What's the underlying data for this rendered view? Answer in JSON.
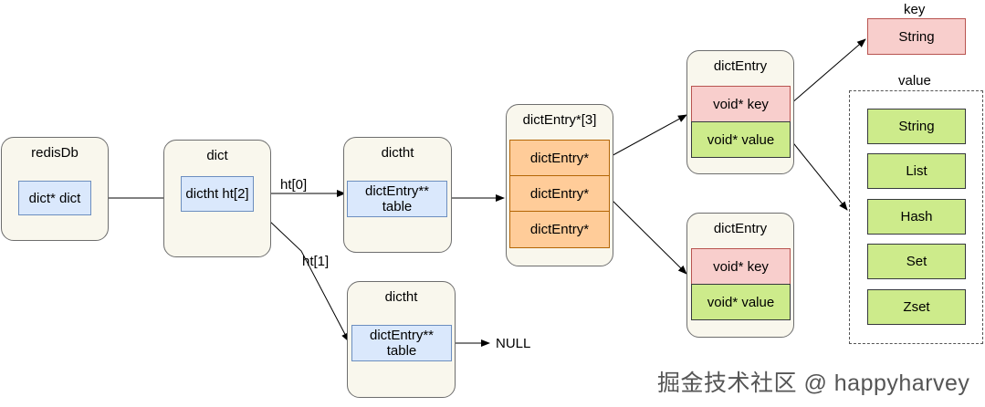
{
  "redisdb": {
    "title": "redisDb",
    "field": "dict* dict"
  },
  "dict": {
    "title": "dict",
    "field": "dictht ht[2]"
  },
  "dictht_0": {
    "title": "dictht",
    "field_line1": "dictEntry**",
    "field_line2": "table"
  },
  "dictht_1": {
    "title": "dictht",
    "field_line1": "dictEntry**",
    "field_line2": "table"
  },
  "bucket_array": {
    "title": "dictEntry*[3]",
    "slots": [
      "dictEntry*",
      "dictEntry*",
      "dictEntry*"
    ]
  },
  "dict_entry_top": {
    "title": "dictEntry",
    "key": "void* key",
    "value": "void* value"
  },
  "dict_entry_bottom": {
    "title": "dictEntry",
    "key": "void* key",
    "value": "void* value"
  },
  "edge_labels": {
    "ht0": "ht[0]",
    "ht1": "ht[1]",
    "null": "NULL"
  },
  "key_group": {
    "title": "key",
    "item": "String"
  },
  "value_group": {
    "title": "value",
    "items": [
      "String",
      "List",
      "Hash",
      "Set",
      "Zset"
    ]
  },
  "watermark": "掘金技术社区 @ happyharvey",
  "colors": {
    "container_bg": "#f9f7ed",
    "pointer_blue": "#dae8fc",
    "entry_orange": "#ffcc99",
    "key_pink": "#f8cecc",
    "value_green": "#cdeb8b"
  }
}
